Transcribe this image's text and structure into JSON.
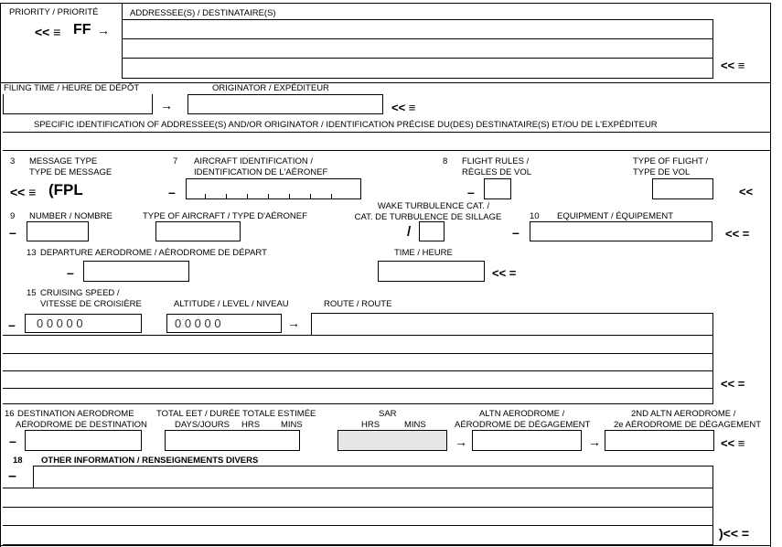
{
  "priority": {
    "label": "PRIORITY / PRIORITÉ",
    "prefix": "<< ≡",
    "value": "FF",
    "arrow": "→"
  },
  "addressees": {
    "label": "ADDRESSEE(S) / DESTINATAIRE(S)",
    "end": "<< ≡"
  },
  "filing": {
    "label": "FILING TIME / HEURE DE DÉPÔT",
    "arrow": "→"
  },
  "originator": {
    "label": "ORIGINATOR / EXPÉDITEUR",
    "end": "<< ≡"
  },
  "specific_id": {
    "label": "SPECIFIC IDENTIFICATION OF ADDRESSEE(S) AND/OR ORIGINATOR / IDENTIFICATION PRÉCISE DU(DES) DESTINATAIRE(S) ET/OU DE L'EXPÉDITEUR"
  },
  "item3": {
    "num": "3",
    "line1": "MESSAGE TYPE",
    "line2": "TYPE DE MESSAGE",
    "prefix": "<< ≡",
    "value": "(FPL"
  },
  "item7": {
    "num": "7",
    "line1": "AIRCRAFT IDENTIFICATION /",
    "line2": "IDENTIFICATION DE L'AÉRONEF",
    "dash": "–"
  },
  "item8": {
    "num": "8",
    "line1": "FLIGHT RULES /",
    "line2": "RÈGLES DE VOL",
    "dash": "–",
    "tof_line1": "TYPE OF FLIGHT /",
    "tof_line2": "TYPE DE VOL",
    "end": "<<"
  },
  "item9": {
    "num": "9",
    "number": "NUMBER / NOMBRE",
    "type": "TYPE OF AIRCRAFT / TYPE D'AÉRONEF",
    "wake1": "WAKE TURBULENCE CAT. /",
    "wake2": "CAT. DE TURBULENCE DE SILLAGE",
    "dash": "–",
    "slash": "/"
  },
  "item10": {
    "num": "10",
    "label": "EQUIPMENT / ÉQUIPEMENT",
    "dash": "–",
    "end": "<< ="
  },
  "item13": {
    "num": "13",
    "label": "DEPARTURE AERODROME / AÉRODROME DE DÉPART",
    "time": "TIME / HEURE",
    "dash": "–",
    "end": "<< ="
  },
  "item15": {
    "num": "15",
    "line1": "CRUISING SPEED /",
    "line2": "VITESSE DE CROISIÈRE",
    "altitude": "ALTITUDE / LEVEL / NIVEAU",
    "route": "ROUTE / ROUTE",
    "speed_value": "0  0  0  0  0",
    "level_value": "0  0  0  0  0",
    "dash": "–",
    "arrow": "→",
    "end": "<< ="
  },
  "item16": {
    "num": "16",
    "dest1": "DESTINATION AERODROME",
    "dest2": "AÉRODROME DE DESTINATION",
    "eet1": "TOTAL EET / DURÉE TOTALE ESTIMÉE",
    "days": "DAYS/JOURS",
    "hrs": "HRS",
    "mins": "MINS",
    "sar": "SAR",
    "sar_hrs": "HRS",
    "sar_mins": "MINS",
    "altn1": "ALTN AERODROME /",
    "altn2": "AÉRODROME DE DÉGAGEMENT",
    "altn2nd1": "2ND ALTN AERODROME /",
    "altn2nd2": "2e AÉRODROME DE DÉGAGEMENT",
    "dash": "–",
    "arrow": "→",
    "end": "<< ≡"
  },
  "item18": {
    "num": "18",
    "label": "OTHER INFORMATION / RENSEIGNEMENTS DIVERS",
    "dash": "–",
    "end": ")<< ="
  }
}
